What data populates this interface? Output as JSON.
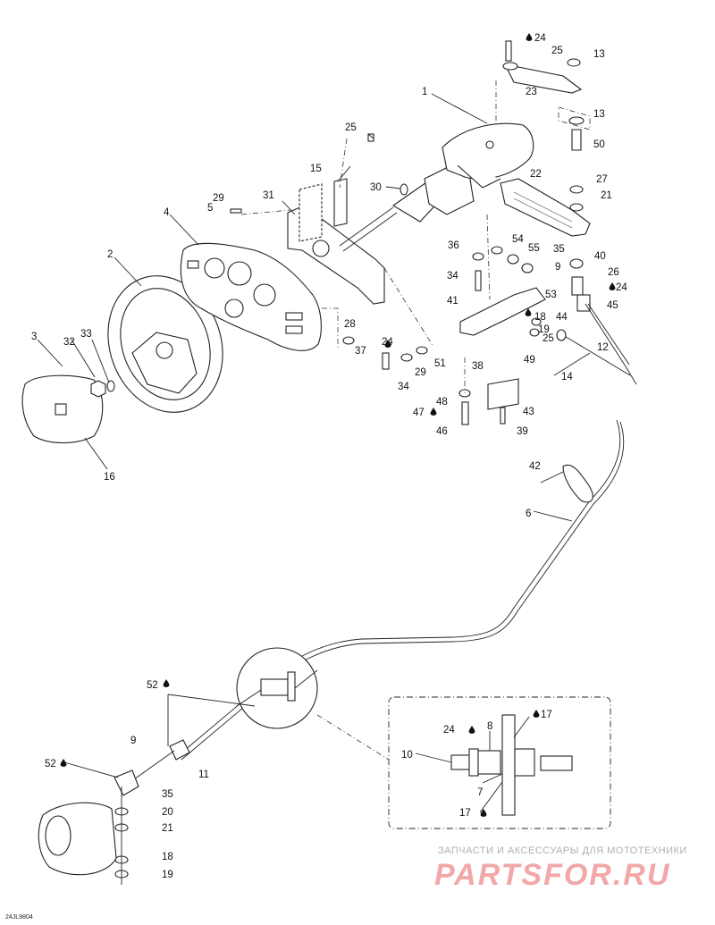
{
  "callouts": [
    {
      "id": "c1",
      "text": "1"
    },
    {
      "id": "c2",
      "text": "2"
    },
    {
      "id": "c3",
      "text": "3"
    },
    {
      "id": "c4",
      "text": "4"
    },
    {
      "id": "c5",
      "text": "5"
    },
    {
      "id": "c6",
      "text": "6"
    },
    {
      "id": "c7",
      "text": "7"
    },
    {
      "id": "c8",
      "text": "8"
    },
    {
      "id": "c9a",
      "text": "9"
    },
    {
      "id": "c9b",
      "text": "9"
    },
    {
      "id": "c10",
      "text": "10"
    },
    {
      "id": "c11",
      "text": "11"
    },
    {
      "id": "c12",
      "text": "12"
    },
    {
      "id": "c13a",
      "text": "13"
    },
    {
      "id": "c13b",
      "text": "13"
    },
    {
      "id": "c14",
      "text": "14"
    },
    {
      "id": "c15",
      "text": "15"
    },
    {
      "id": "c16",
      "text": "16"
    },
    {
      "id": "c17a",
      "text": "17"
    },
    {
      "id": "c17b",
      "text": "17"
    },
    {
      "id": "c18a",
      "text": "18"
    },
    {
      "id": "c18b",
      "text": "18"
    },
    {
      "id": "c19a",
      "text": "19"
    },
    {
      "id": "c19b",
      "text": "19"
    },
    {
      "id": "c20",
      "text": "20"
    },
    {
      "id": "c21a",
      "text": "21"
    },
    {
      "id": "c21b",
      "text": "21"
    },
    {
      "id": "c22",
      "text": "22"
    },
    {
      "id": "c23",
      "text": "23"
    },
    {
      "id": "c24a",
      "text": "24"
    },
    {
      "id": "c24b",
      "text": "24"
    },
    {
      "id": "c24c",
      "text": "24"
    },
    {
      "id": "c24d",
      "text": "24"
    },
    {
      "id": "c25a",
      "text": "25"
    },
    {
      "id": "c25b",
      "text": "25"
    },
    {
      "id": "c25c",
      "text": "25"
    },
    {
      "id": "c26",
      "text": "26"
    },
    {
      "id": "c27",
      "text": "27"
    },
    {
      "id": "c28",
      "text": "28"
    },
    {
      "id": "c29a",
      "text": "29"
    },
    {
      "id": "c29b",
      "text": "29"
    },
    {
      "id": "c30",
      "text": "30"
    },
    {
      "id": "c31",
      "text": "31"
    },
    {
      "id": "c32",
      "text": "32"
    },
    {
      "id": "c33",
      "text": "33"
    },
    {
      "id": "c34a",
      "text": "34"
    },
    {
      "id": "c34b",
      "text": "34"
    },
    {
      "id": "c35a",
      "text": "35"
    },
    {
      "id": "c35b",
      "text": "35"
    },
    {
      "id": "c36",
      "text": "36"
    },
    {
      "id": "c37",
      "text": "37"
    },
    {
      "id": "c38",
      "text": "38"
    },
    {
      "id": "c39",
      "text": "39"
    },
    {
      "id": "c40",
      "text": "40"
    },
    {
      "id": "c41",
      "text": "41"
    },
    {
      "id": "c42",
      "text": "42"
    },
    {
      "id": "c43",
      "text": "43"
    },
    {
      "id": "c44",
      "text": "44"
    },
    {
      "id": "c45",
      "text": "45"
    },
    {
      "id": "c46",
      "text": "46"
    },
    {
      "id": "c47",
      "text": "47"
    },
    {
      "id": "c48",
      "text": "48"
    },
    {
      "id": "c49",
      "text": "49"
    },
    {
      "id": "c50",
      "text": "50"
    },
    {
      "id": "c51",
      "text": "51"
    },
    {
      "id": "c52a",
      "text": "52"
    },
    {
      "id": "c52b",
      "text": "52"
    },
    {
      "id": "c53",
      "text": "53"
    },
    {
      "id": "c54",
      "text": "54"
    },
    {
      "id": "c55",
      "text": "55"
    }
  ],
  "drawing_code": "24JL9804",
  "watermark": {
    "tagline": "ЗАПЧАСТИ И АКСЕССУАРЫ ДЛЯ МОТОТЕХНИКИ",
    "brand": "PARTSFOR.RU"
  },
  "colors": {
    "line": "#222222",
    "watermark_brand": "#e85f63",
    "watermark_tagline": "#b0b0b0"
  }
}
